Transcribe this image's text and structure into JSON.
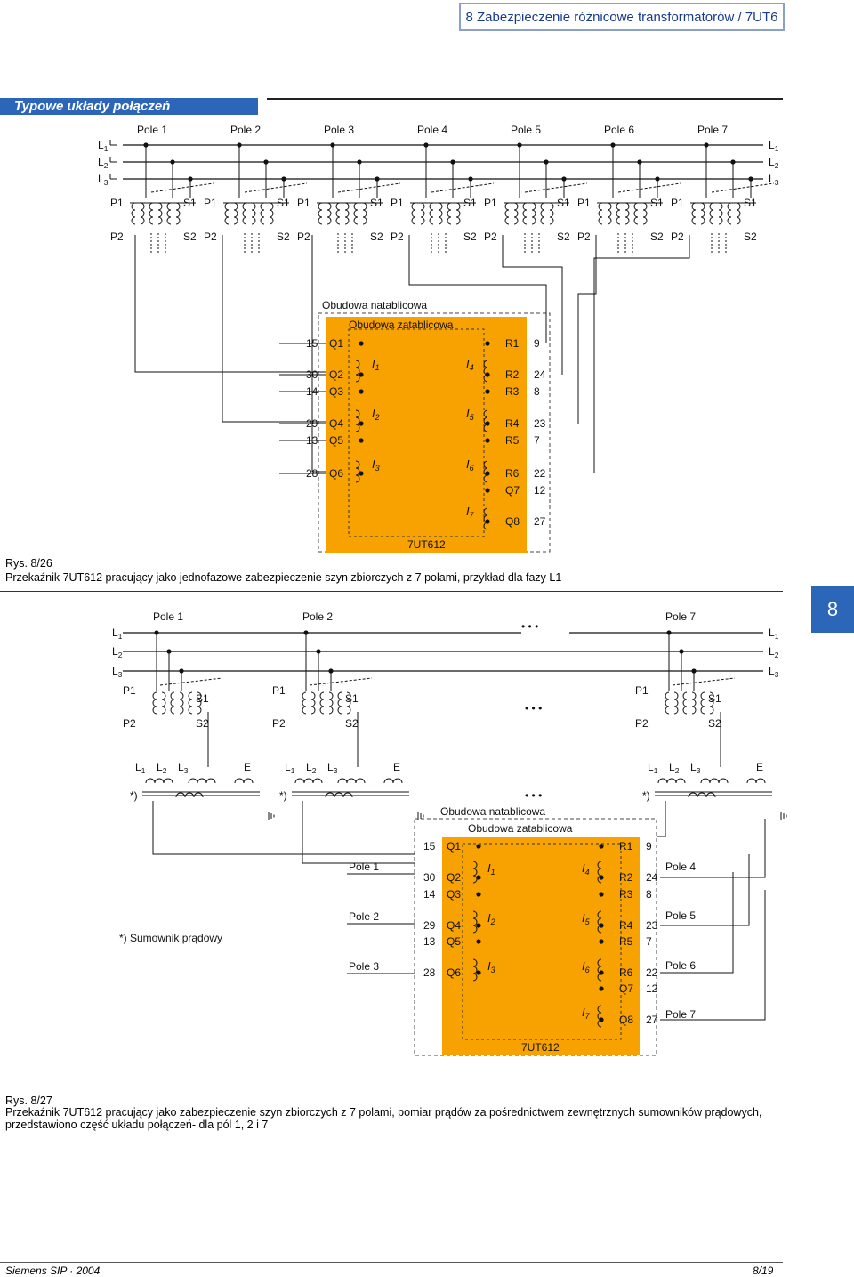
{
  "header": {
    "title": "8 Zabezpieczenie różnicowe transformatorów / 7UT6"
  },
  "section": {
    "title": "Typowe układy połączeń"
  },
  "tab": {
    "label": "8"
  },
  "fig1": {
    "poles": [
      "Pole 1",
      "Pole 2",
      "Pole 3",
      "Pole 4",
      "Pole 5",
      "Pole 6",
      "Pole 7"
    ],
    "phases": [
      "L1",
      "L2",
      "L3"
    ],
    "ct_labels": {
      "p1": "P1",
      "s1": "S1",
      "p2": "P2",
      "s2": "S2"
    },
    "outer_label": "Obudowa natablicowa",
    "inner_label": "Obudowa zatablicowa",
    "device": "7UT612",
    "left_terms": [
      {
        "num": "15",
        "q": "Q1"
      },
      {
        "num": "30",
        "q": "Q2"
      },
      {
        "num": "14",
        "q": "Q3"
      },
      {
        "num": "29",
        "q": "Q4"
      },
      {
        "num": "13",
        "q": "Q5"
      },
      {
        "num": "28",
        "q": "Q6"
      }
    ],
    "right_terms": [
      {
        "r": "R1",
        "num": "9"
      },
      {
        "r": "R2",
        "num": "24"
      },
      {
        "r": "R3",
        "num": "8"
      },
      {
        "r": "R4",
        "num": "23"
      },
      {
        "r": "R5",
        "num": "7"
      },
      {
        "r": "R6",
        "num": "22"
      },
      {
        "r": "Q7",
        "num": "12"
      },
      {
        "r": "Q8",
        "num": "27"
      }
    ],
    "inputs": [
      "I1",
      "I2",
      "I3",
      "I4",
      "I5",
      "I6",
      "I7"
    ],
    "caption_title": "Rys. 8/26",
    "caption_text": "Przekaźnik 7UT612 pracujący jako jednofazowe zabezpieczenie szyn zbiorczych z 7 polami, przykład dla fazy L1"
  },
  "fig2": {
    "poles_top": [
      "Pole 1",
      "Pole 2",
      "Pole 7"
    ],
    "ellipsis": "• • •",
    "sum_labels": [
      "L1",
      "L2",
      "L3",
      "E"
    ],
    "asterisk": "*)",
    "summing_note": "*) Sumownik prądowy",
    "left_poles": [
      "Pole 1",
      "Pole 2",
      "Pole 3"
    ],
    "right_poles": [
      "Pole 4",
      "Pole 5",
      "Pole 6",
      "Pole 7"
    ],
    "outer_label": "Obudowa natablicowa",
    "inner_label": "Obudowa zatablicowa",
    "device": "7UT612",
    "caption_title": "Rys. 8/27",
    "caption_text": "Przekaźnik 7UT612 pracujący jako zabezpieczenie szyn zbiorczych z 7 polami, pomiar prądów za pośrednictwem zewnętrznych sumowników prądowych, przedstawiono część układu połączeń- dla pól 1, 2 i 7"
  },
  "colors": {
    "relay": "#f7a200",
    "accent": "#2b66b8",
    "header_text": "#1a3c8c"
  },
  "footer": {
    "left": "Siemens SIP · 2004",
    "right": "8/19"
  }
}
